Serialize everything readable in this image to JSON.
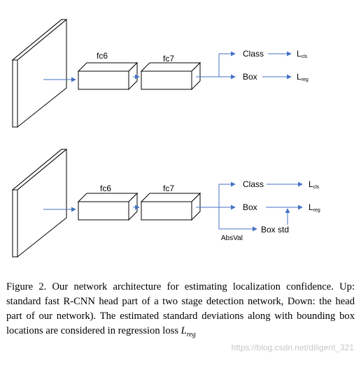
{
  "diagram_top": {
    "fc6": "fc6",
    "fc7": "fc7",
    "class_label": "Class",
    "box_label": "Box",
    "loss_cls": "L",
    "loss_cls_sub": "cls",
    "loss_reg": "L",
    "loss_reg_sub": "reg"
  },
  "diagram_bottom": {
    "fc6": "fc6",
    "fc7": "fc7",
    "class_label": "Class",
    "box_label": "Box",
    "box_std_label": "Box std",
    "absval_label": "AbsVal",
    "loss_cls": "L",
    "loss_cls_sub": "cls",
    "loss_reg": "L",
    "loss_reg_sub": "reg"
  },
  "caption": {
    "text": "Figure 2. Our network architecture for estimating localization confidence. Up: standard fast R-CNN head part of a two stage detection network, Down: the head part of our network). The estimated standard deviations along with bounding box locations are considered in regression loss ",
    "math": "L",
    "math_sub": "reg"
  },
  "watermark": "https://blog.csdn.net/diligent_321",
  "colors": {
    "arrow": "#4472c4",
    "line": "#000000"
  }
}
